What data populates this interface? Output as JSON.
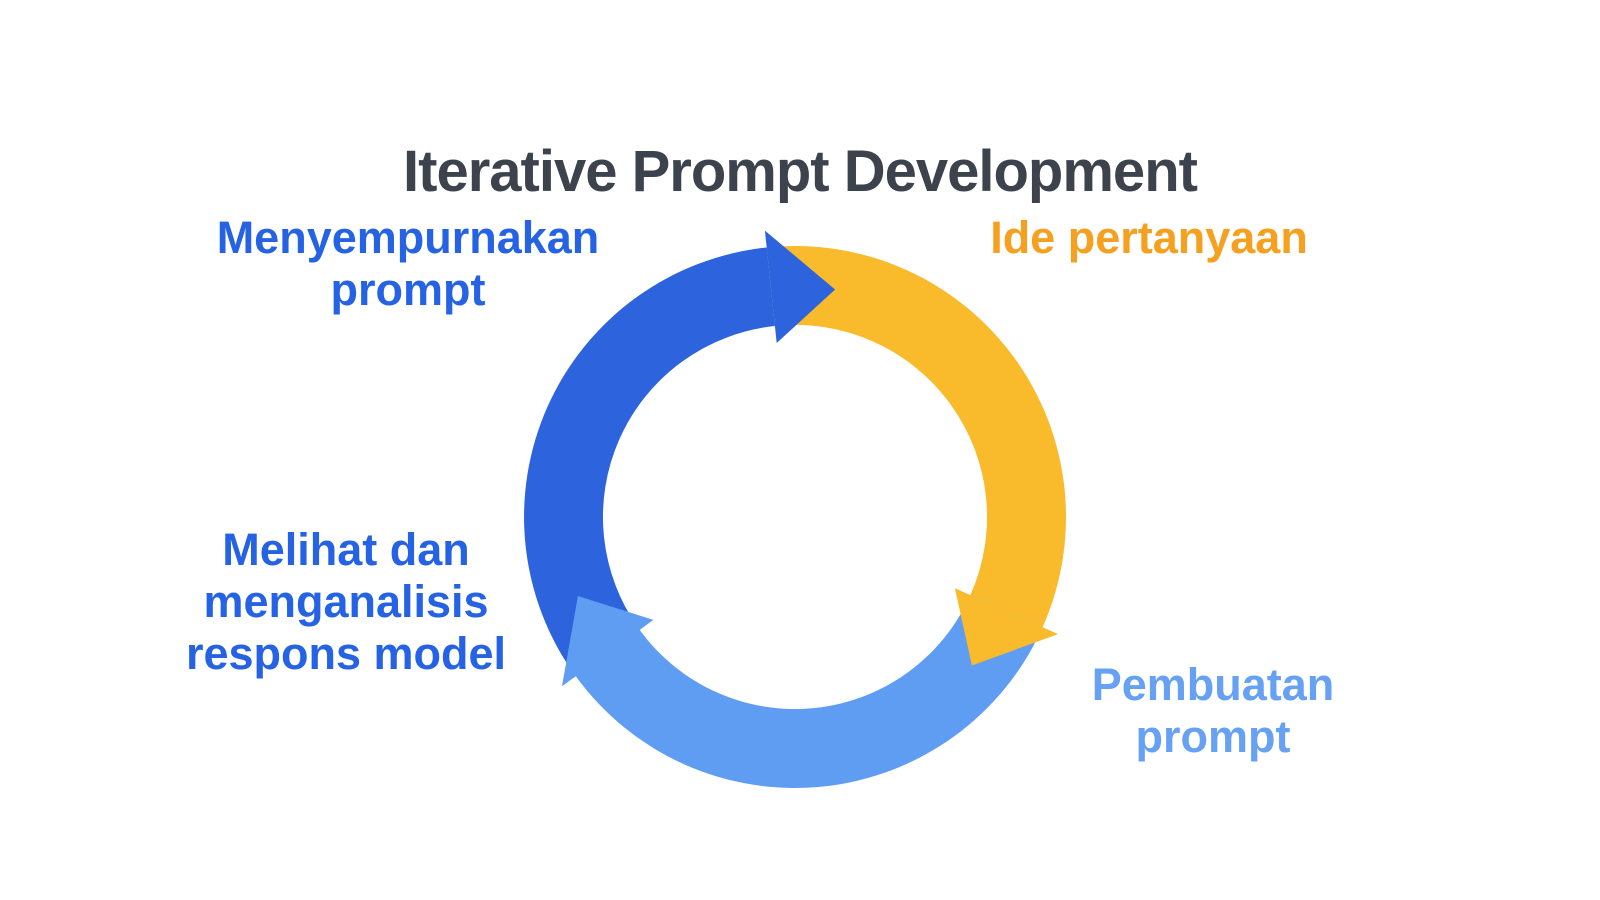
{
  "title": "Iterative Prompt Development",
  "colors": {
    "background": "#ffffff",
    "title_text": "#3d434d",
    "arc_blue": "#2d63dc",
    "arc_yellow": "#f9ba2b",
    "arc_light_blue": "#5f9df3",
    "label_blue": "#2563e4",
    "label_orange": "#f5a11f",
    "label_light_blue": "#66a1f3"
  },
  "diagram": {
    "type": "cycle",
    "direction": "clockwise",
    "segments": [
      {
        "name": "idea-segment",
        "color": "#f9ba2b",
        "arc": "top to bottom-right"
      },
      {
        "name": "create-segment",
        "color": "#5f9df3",
        "arc": "bottom-right to bottom-left"
      },
      {
        "name": "analyze-refine-segment",
        "color": "#2d63dc",
        "arc": "bottom-left to top"
      }
    ],
    "steps": [
      {
        "order": 1,
        "label": "Ide pertanyaan",
        "position": "top-right",
        "color": "#f5a11f"
      },
      {
        "order": 2,
        "label": "Pembuatan prompt",
        "position": "bottom-right",
        "color": "#66a1f3"
      },
      {
        "order": 3,
        "label": "Melihat dan menganalisis respons model",
        "position": "left",
        "color": "#2563e4"
      },
      {
        "order": 4,
        "label": "Menyempurnakan prompt",
        "position": "top-left",
        "color": "#2563e4"
      }
    ]
  },
  "labels": {
    "idea": {
      "lines": [
        "Ide pertanyaan"
      ]
    },
    "create": {
      "lines": [
        "Pembuatan",
        "prompt"
      ]
    },
    "analyze": {
      "lines": [
        "Melihat dan",
        "menganalisis",
        "respons model"
      ]
    },
    "refine": {
      "lines": [
        "Menyempurnakan",
        "prompt"
      ]
    }
  }
}
